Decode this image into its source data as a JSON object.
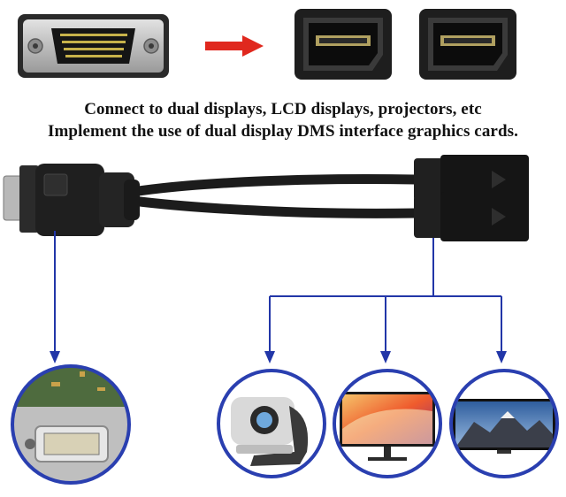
{
  "captions": {
    "line1": "Connect to dual displays, LCD displays, projectors, etc",
    "line2": "Implement the use of dual display DMS interface graphics cards."
  },
  "colors": {
    "arrow_red": "#e0281e",
    "flow_blue": "#2236a8",
    "cable_black": "#1c1c1c",
    "connector_shell": "#c9c9c9",
    "circle_border": "#2a3fb0"
  },
  "icons": {
    "dms_male_plug": "dms59-male-connector",
    "displayport_female_1": "displayport-socket",
    "displayport_female_2": "displayport-socket",
    "conversion_arrow": "red-right-arrow",
    "graphics_card_port": "dms59-port-photo",
    "projector": "projector-photo",
    "monitor": "monitor-photo",
    "tv": "tv-mountain-photo"
  }
}
